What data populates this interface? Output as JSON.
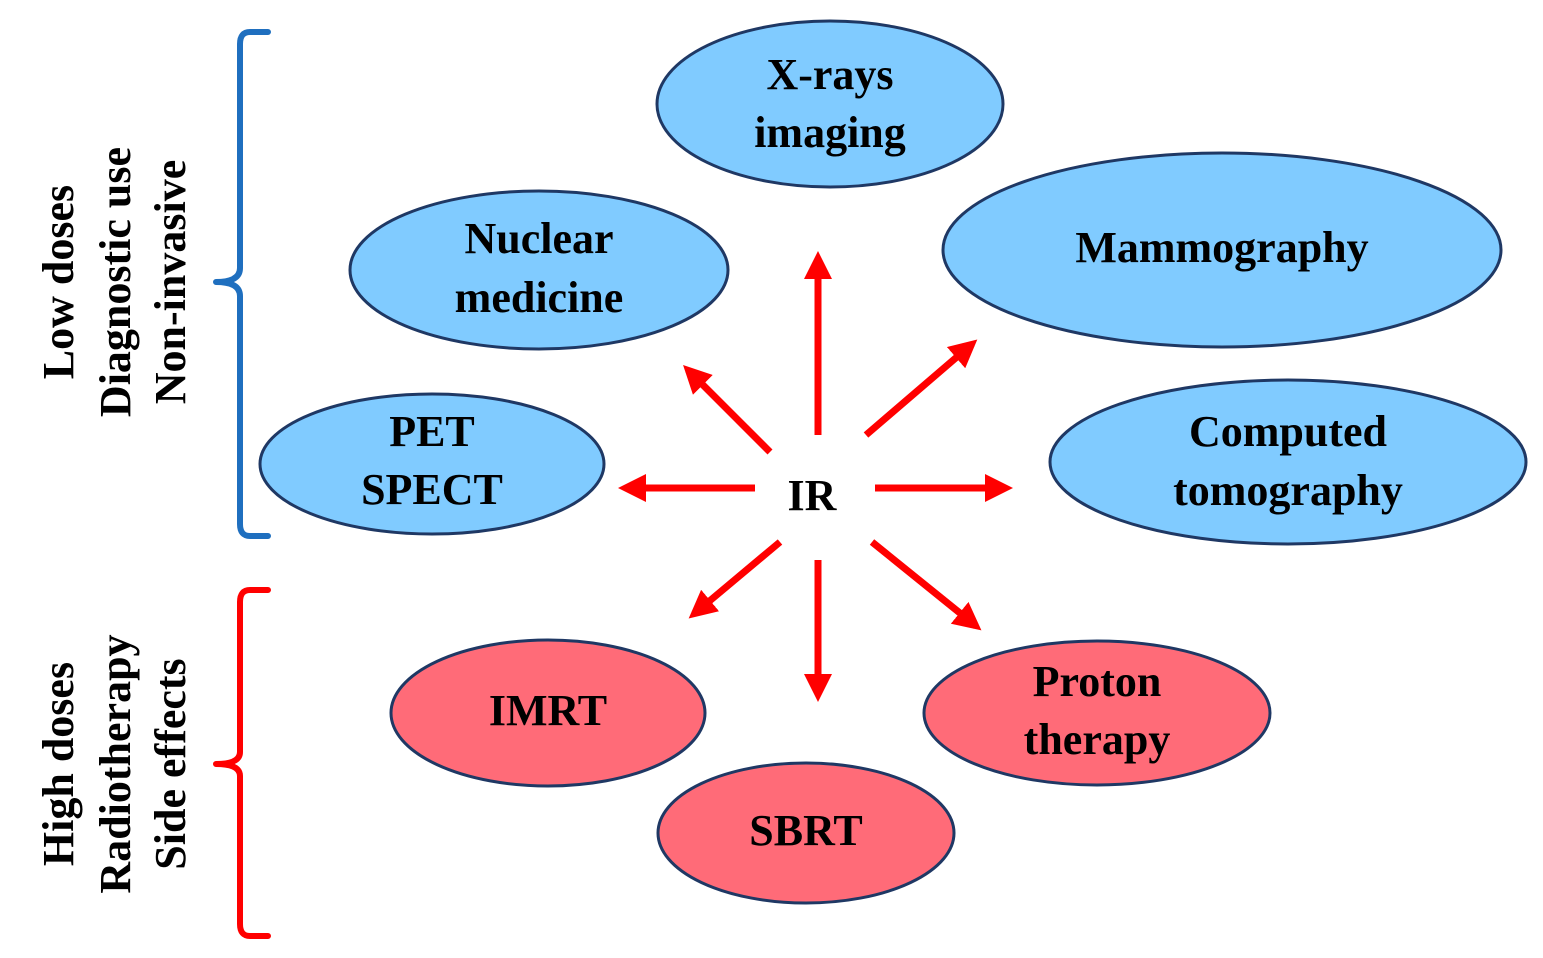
{
  "colors": {
    "low_fill": "#80cbff",
    "high_fill": "#ff6b78",
    "outline": "#1f3864",
    "arrow": "#ff0000",
    "low_bracket": "#1f6fbf",
    "high_bracket": "#ff0000"
  },
  "center": {
    "label": "IR"
  },
  "nodes": {
    "xrays": {
      "line1": "X-rays",
      "line2": "imaging"
    },
    "mammography": {
      "line1": "Mammography"
    },
    "nuclear": {
      "line1": "Nuclear",
      "line2": "medicine"
    },
    "pet": {
      "line1": "PET",
      "line2": "SPECT"
    },
    "ct": {
      "line1": "Computed",
      "line2": "tomography"
    },
    "imrt": {
      "line1": "IMRT"
    },
    "proton": {
      "line1": "Proton",
      "line2": "therapy"
    },
    "sbrt": {
      "line1": "SBRT"
    }
  },
  "groups": {
    "low": {
      "line1": "Low doses",
      "line2": "Diagnostic use",
      "line3": "Non-invasive"
    },
    "high": {
      "line1": "High doses",
      "line2": "Radiotherapy",
      "line3": "Side effects"
    }
  }
}
